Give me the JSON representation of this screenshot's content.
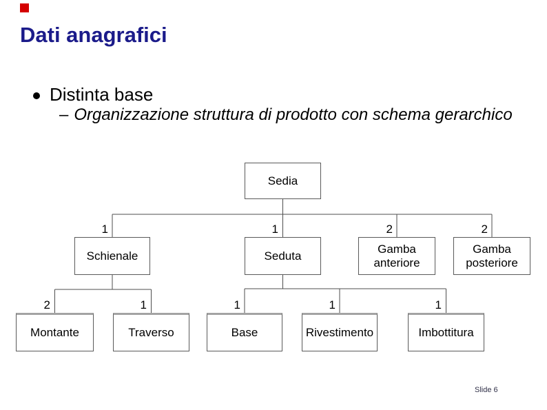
{
  "slide": {
    "title": "Dati anagrafici",
    "bullet_text": "Distinta base",
    "sub_bullet_dash": "–",
    "sub_bullet_text": "Organizzazione struttura di prodotto con schema gerarchico",
    "footer": "Slide 6",
    "title_color": "#1b1b8a",
    "marker_color": "#d40000"
  },
  "diagram": {
    "type": "hierarchy-tree",
    "description_visible": false,
    "root": {
      "label": "Sedia"
    },
    "level2": [
      {
        "label": "Schienale",
        "qty": "1",
        "parent": "Sedia"
      },
      {
        "label": "Seduta",
        "qty": "1",
        "parent": "Sedia"
      },
      {
        "label": "Gamba anteriore",
        "qty": "2",
        "parent": "Sedia"
      },
      {
        "label": "Gamba posteriore",
        "qty": "2",
        "parent": "Sedia"
      }
    ],
    "level3_schienale": [
      {
        "label": "Montante",
        "qty": "2",
        "parent": "Schienale"
      },
      {
        "label": "Traverso",
        "qty": "1",
        "parent": "Schienale"
      }
    ],
    "level3_seduta": [
      {
        "label": "Base",
        "qty": "1",
        "parent": "Seduta"
      },
      {
        "label": "Rivestimento",
        "qty": "1",
        "parent": "Seduta"
      },
      {
        "label": "Imbottitura",
        "qty": "1",
        "parent": "Seduta"
      }
    ],
    "line_color": "#4d4d4d",
    "box_border_color": "#595959"
  }
}
